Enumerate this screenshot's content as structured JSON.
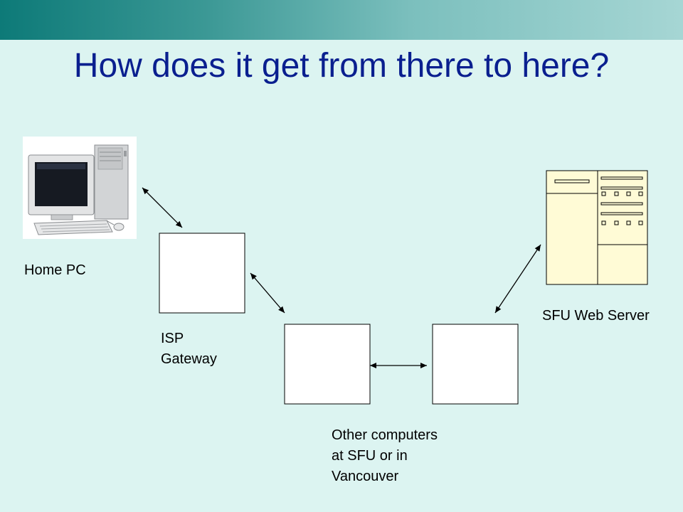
{
  "slide": {
    "title": "How does it get from there to here?"
  },
  "nodes": {
    "home_pc": "Home PC",
    "isp_gateway": "ISP\nGateway",
    "other_computers": "Other computers\nat SFU or in\nVancouver",
    "web_server": "SFU Web Server"
  },
  "colors": {
    "title": "#0a1f8f",
    "background": "#dcf4f1",
    "server_fill": "#fffbd6"
  },
  "icons": {
    "home_pc": "desktop-computer-icon",
    "web_server": "server-rack-icon"
  }
}
